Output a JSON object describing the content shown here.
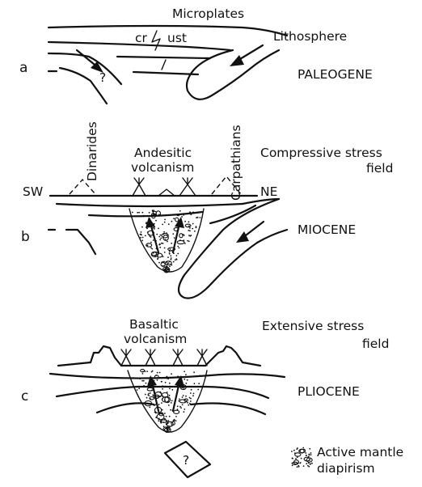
{
  "figure": {
    "panels": {
      "a": {
        "letter": "a",
        "top_label": "Microplates",
        "crust_left": "cr",
        "crust_right": "ust",
        "arrow_label": "Lithosphere",
        "question": "?",
        "period": "PALEOGENE"
      },
      "b": {
        "letter": "b",
        "left_vertical": "Dinarides",
        "right_vertical": "Carpathians",
        "volcanism_line1": "Andesitic",
        "volcanism_line2": "volcanism",
        "stress_line1": "Compressive stress",
        "stress_line2": "field",
        "left_end": "SW",
        "right_end": "NE",
        "period": "MIOCENE"
      },
      "c": {
        "letter": "c",
        "volcanism_line1": "Basaltic",
        "volcanism_line2": "volcanism",
        "stress_line1": "Extensive stress",
        "stress_line2": "field",
        "period": "PLIOCENE",
        "question": "?"
      }
    },
    "legend": {
      "line1": "Active mantle",
      "line2": "diapirism"
    }
  }
}
